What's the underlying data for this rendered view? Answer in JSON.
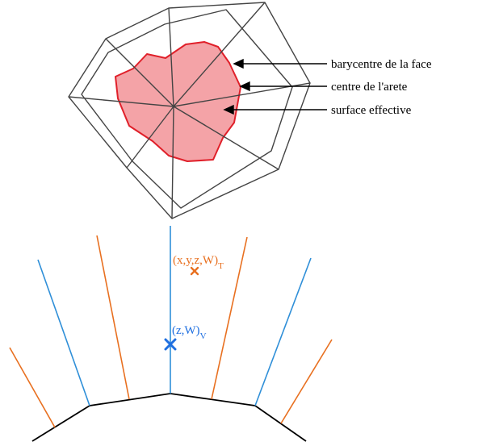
{
  "top_diagram": {
    "labels": {
      "barycentre": "barycentre de la face",
      "edge_centre": "centre de l'arete",
      "effective_surface": "surface effective"
    },
    "colors": {
      "mesh_stroke": "#444444",
      "surface_fill": "#f4a3a7",
      "surface_stroke": "#e0202a",
      "arrow": "#000000"
    }
  },
  "bottom_diagram": {
    "labels": {
      "face_point": "(x,y,z,W)",
      "face_point_sub": "T",
      "vertex_point": "(z,W)",
      "vertex_point_sub": "V"
    },
    "colors": {
      "orange": "#e87020",
      "blue": "#2f8fd8",
      "surface_line": "#000000",
      "cross_orange": "#e87020",
      "cross_blue": "#1f6fe0"
    }
  }
}
